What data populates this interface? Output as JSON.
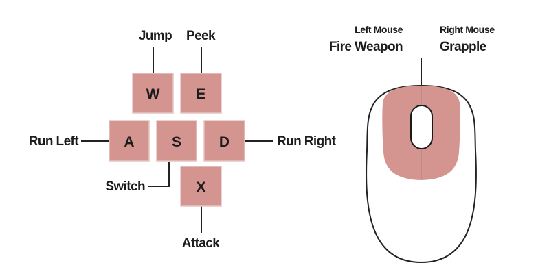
{
  "keys": {
    "w": {
      "letter": "W",
      "action": "Jump"
    },
    "e": {
      "letter": "E",
      "action": "Peek"
    },
    "a": {
      "letter": "A",
      "action": "Run Left"
    },
    "s": {
      "letter": "S",
      "action": "Switch"
    },
    "d": {
      "letter": "D",
      "action": "Run Right"
    },
    "x": {
      "letter": "X",
      "action": "Attack"
    }
  },
  "mouse": {
    "left": {
      "button": "Left Mouse",
      "action": "Fire Weapon"
    },
    "right": {
      "button": "Right Mouse",
      "action": "Grapple"
    }
  },
  "colors": {
    "key_fill": "#d49590",
    "key_stroke": "#e6c4c1",
    "mouse_button_fill": "#d49590",
    "line": "#222222"
  }
}
